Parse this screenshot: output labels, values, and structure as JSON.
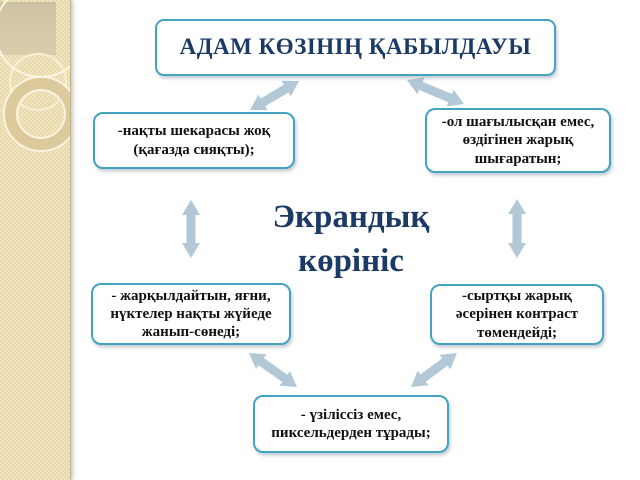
{
  "slide": {
    "title": "АДАМ КӨЗІНІҢ ҚАБЫЛДАУЫ",
    "center": {
      "lines": [
        "Экрандық",
        "көрініс"
      ]
    },
    "nodes": [
      {
        "id": "no-sharp-boundary",
        "lines": [
          "-нақты шекарасы жоқ",
          "(қағазда сияқты);"
        ]
      },
      {
        "id": "self-luminous",
        "lines": [
          "-ол шағылысқан емес,",
          "өздігінен жарық",
          "шығаратын;"
        ]
      },
      {
        "id": "flickering-points",
        "lines": [
          "- жарқылдайтын, яғни,",
          "нүктелер нақты жүйеде",
          "жанып-сөнеді;"
        ]
      },
      {
        "id": "contrast-drops",
        "lines": [
          "-сыртқы жарық",
          "әсерінен контраст",
          "төмендейді;"
        ]
      },
      {
        "id": "made-of-pixels",
        "lines": [
          "- үзіліссіз емес,",
          "пиксельдерден тұрады;"
        ]
      }
    ],
    "colors": {
      "box_border": "#44a3c2",
      "title_text": "#1b3a66",
      "body_text": "#111111",
      "arrow": "#b2c8d6",
      "strip": "#ecdcb1"
    }
  }
}
